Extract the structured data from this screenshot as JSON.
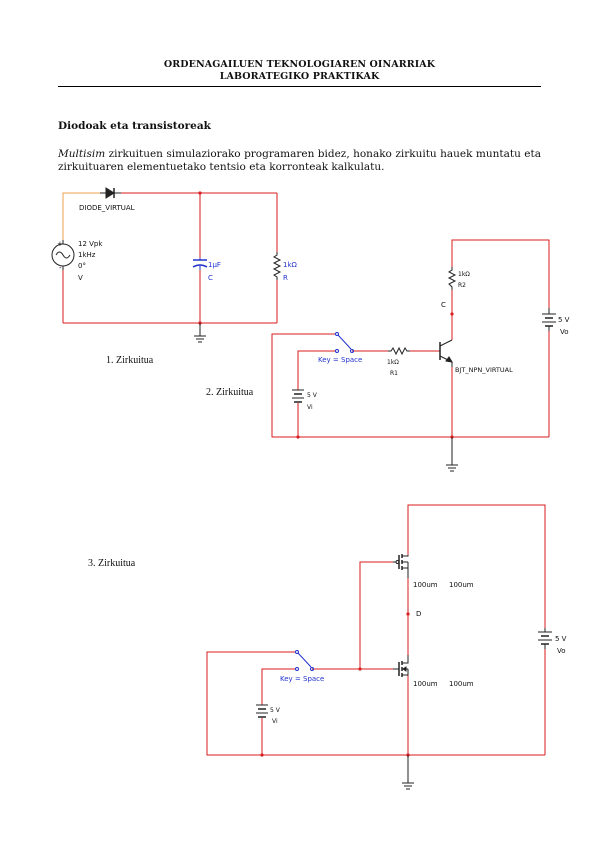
{
  "header": {
    "line1": "ORDENAGAILUEN TEKNOLOGIAREN OINARRIAK",
    "line2": "LABORATEGIKO PRAKTIKAK"
  },
  "section": {
    "title": "Diodoak eta transistoreak",
    "intro_em": "Multisim",
    "intro_rest": " zirkuituen simulaziorako programaren bidez, honako zirkuitu hauek muntatu eta zirkuituaren elementuetako tentsio eta korronteak kalkulatu."
  },
  "captions": {
    "c1": "1. Zirkuitua",
    "c2": "2. Zirkuitua",
    "c3": "3. Zirkuitua"
  },
  "circuit1": {
    "diode": "DIODE_VIRTUAL",
    "src_amp": "12 Vpk",
    "src_freq": "1kHz",
    "src_phase": "0°",
    "src_name": "V",
    "cap_val": "1µF",
    "cap_name": "C",
    "res_val": "1kΩ",
    "res_name": "R"
  },
  "circuit2": {
    "r2_val": "1kΩ",
    "r2_name": "R2",
    "node_c": "C",
    "vo_val": "5 V",
    "vo_name": "Vo",
    "switch_key": "Key = Space",
    "r1_val": "1kΩ",
    "r1_name": "R1",
    "bjt": "BJT_NPN_VIRTUAL",
    "vi_val": "5 V",
    "vi_name": "Vi"
  },
  "circuit3": {
    "m1_w": "100um",
    "m1_l": "100um",
    "node_d": "D",
    "vo_val": "5 V",
    "vo_name": "Vo",
    "switch_key": "Key = Space",
    "m2_w": "100um",
    "m2_l": "100um",
    "vi_val": "5 V",
    "vi_name": "Vi"
  },
  "colors": {
    "wire_red": "#d81e1e",
    "wire_orange": "#f0a050",
    "component_blue": "#2233cc",
    "component_dark": "#222222"
  }
}
